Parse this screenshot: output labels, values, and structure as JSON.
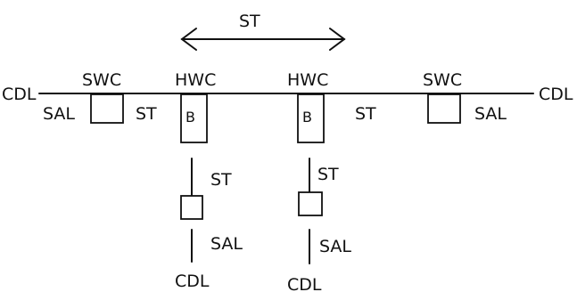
{
  "top_arrow": {
    "label": "ST"
  },
  "main_line": {
    "left_end": "CDL",
    "right_end": "CDL"
  },
  "left_swc": {
    "label": "SWC",
    "side_left": "SAL",
    "side_right": "ST"
  },
  "left_hwc": {
    "label": "HWC",
    "box_text": "B"
  },
  "right_hwc": {
    "label": "HWC",
    "box_text": "B",
    "side_right": "ST"
  },
  "right_swc": {
    "label": "SWC",
    "side_right": "SAL"
  },
  "left_branch": {
    "upper": "ST",
    "lower": "SAL",
    "end": "CDL"
  },
  "right_branch": {
    "upper": "ST",
    "lower": "SAL",
    "end": "CDL"
  }
}
